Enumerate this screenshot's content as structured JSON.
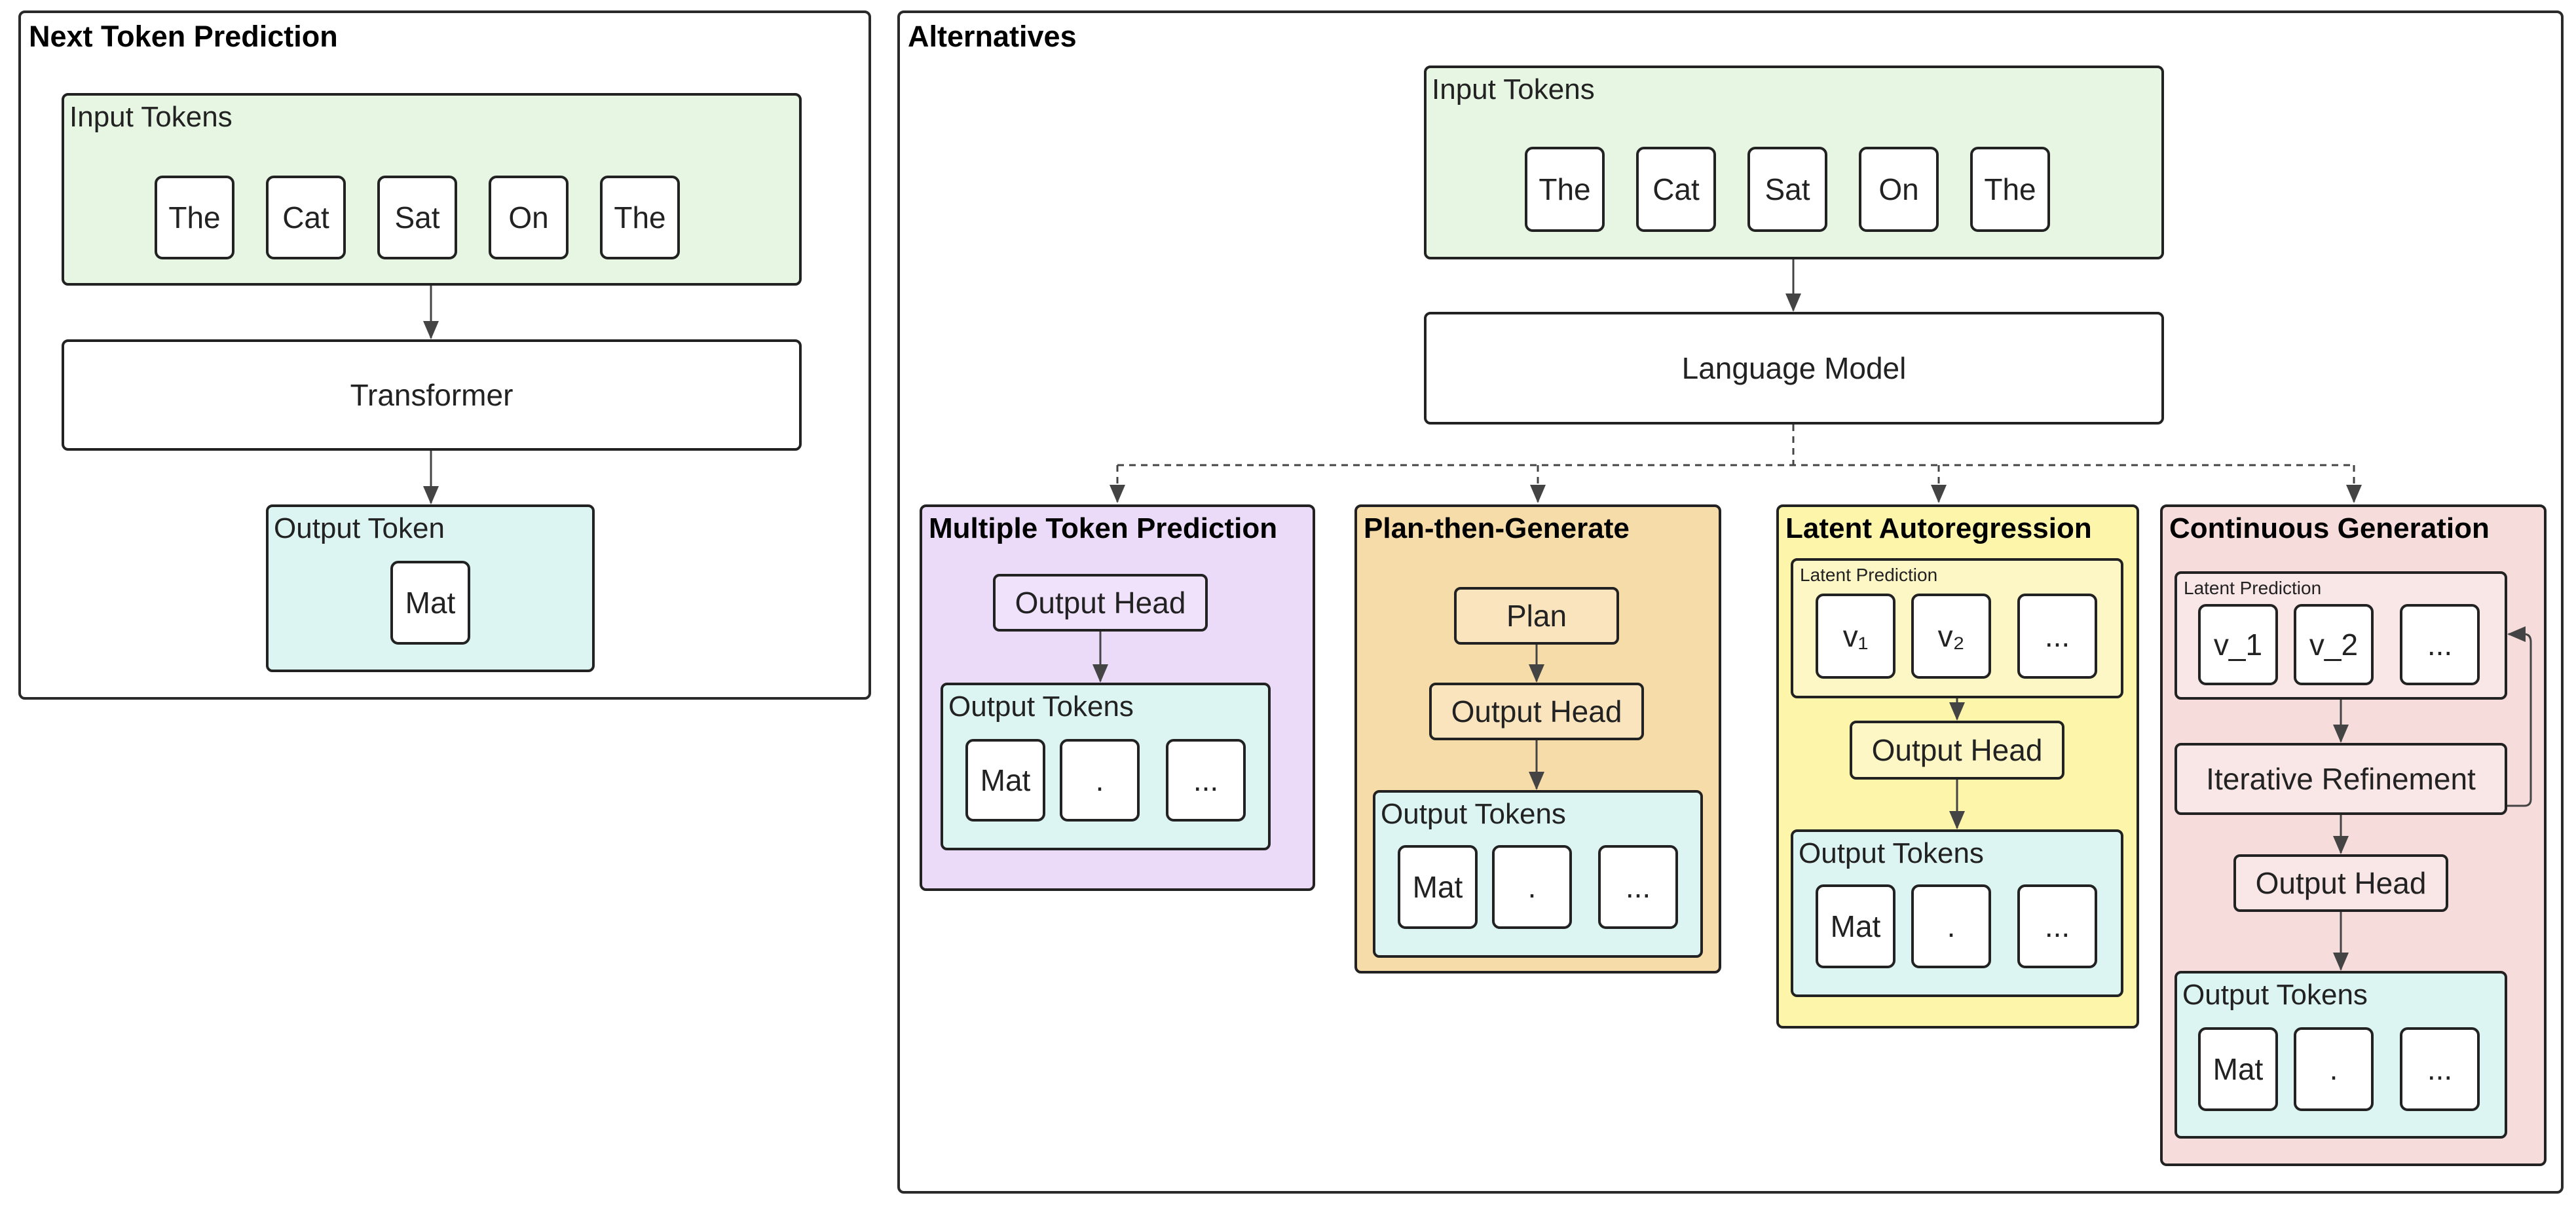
{
  "left_panel": {
    "title": "Next Token Prediction",
    "input_group": {
      "label": "Input Tokens",
      "tokens": [
        "The",
        "Cat",
        "Sat",
        "On",
        "The"
      ]
    },
    "transformer": "Transformer",
    "output_group": {
      "label": "Output Token",
      "tokens": [
        "Mat"
      ]
    }
  },
  "right_panel": {
    "title": "Alternatives",
    "input_group": {
      "label": "Input Tokens",
      "tokens": [
        "The",
        "Cat",
        "Sat",
        "On",
        "The"
      ]
    },
    "language_model": "Language Model",
    "sections": [
      {
        "title": "Multiple Token Prediction",
        "output_head": "Output Head",
        "output_group": {
          "label": "Output Tokens",
          "tokens": [
            "Mat",
            ".",
            "..."
          ]
        }
      },
      {
        "title": "Plan-then-Generate",
        "plan": "Plan",
        "output_head": "Output Head",
        "output_group": {
          "label": "Output Tokens",
          "tokens": [
            "Mat",
            ".",
            "..."
          ]
        }
      },
      {
        "title": "Latent Autoregression",
        "latent_group": {
          "label": "Latent Prediction",
          "tokens": [
            "v₁",
            "v₂",
            "..."
          ]
        },
        "output_head": "Output Head",
        "output_group": {
          "label": "Output Tokens",
          "tokens": [
            "Mat",
            ".",
            "..."
          ]
        }
      },
      {
        "title": "Continuous Generation",
        "latent_group": {
          "label": "Latent Prediction",
          "tokens": [
            "v_1",
            "v_2",
            "..."
          ]
        },
        "refinement": "Iterative Refinement",
        "output_head": "Output Head",
        "output_group": {
          "label": "Output Tokens",
          "tokens": [
            "Mat",
            ".",
            "..."
          ]
        }
      }
    ]
  },
  "colors": {
    "input_green": "#e6f6e3",
    "output_cyan": "#dcf5f2",
    "mtp_purple": "#ecdaf9",
    "ptg_orange": "#f6dca8",
    "la_yellow": "#fdf5aa",
    "cg_pink": "#f7dcdc",
    "arrow": "#444444"
  }
}
